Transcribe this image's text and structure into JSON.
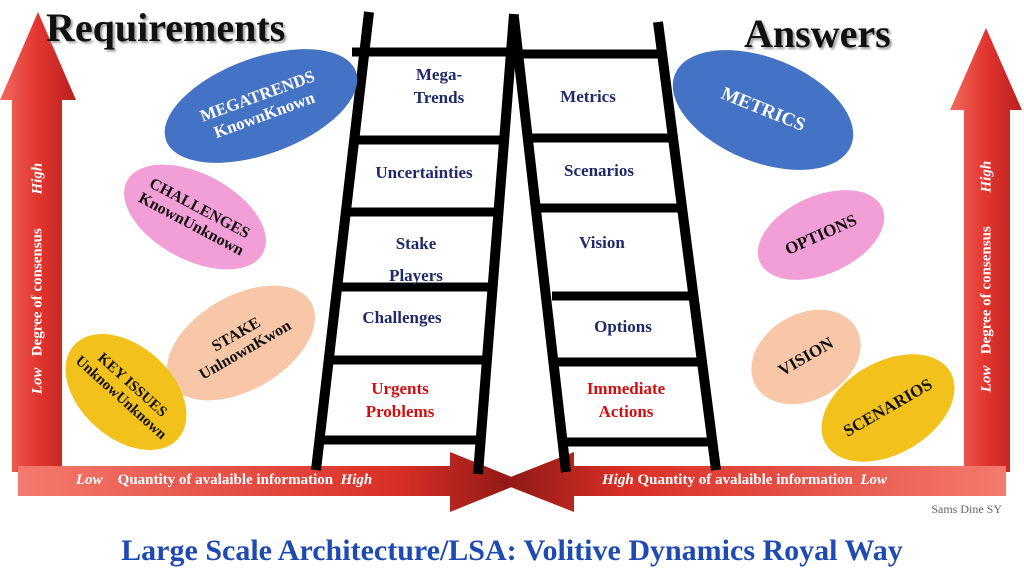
{
  "headings": {
    "left": "Requirements",
    "right": "Answers"
  },
  "left_ellipses": [
    {
      "line1": "MEGATRENDS",
      "line2": "KnownKnown",
      "fill": "#4472c4",
      "text_color": "#ffffff"
    },
    {
      "line1": "CHALLENGES",
      "line2": "KnownUnknown",
      "fill": "#f19fd6",
      "text_color": "#111111"
    },
    {
      "line1": "STAKE",
      "line2": "UnlnownKwon",
      "fill": "#f7c7a8",
      "text_color": "#111111"
    },
    {
      "line1": "KEY ISSUES",
      "line2": "UnknowUnknown",
      "fill": "#f3c11b",
      "text_color": "#111111"
    }
  ],
  "right_ellipses": [
    {
      "label": "METRICS",
      "fill": "#4472c4",
      "text_color": "#ffffff"
    },
    {
      "label": "OPTIONS",
      "fill": "#f19fd6",
      "text_color": "#111111"
    },
    {
      "label": "VISION",
      "fill": "#f7c7a8",
      "text_color": "#111111"
    },
    {
      "label": "SCENARIOS",
      "fill": "#f3c11b",
      "text_color": "#111111"
    }
  ],
  "left_ladder": [
    {
      "line1": "Mega-",
      "line2": "Trends"
    },
    {
      "line1": "Uncertainties"
    },
    {
      "line1": "Stake",
      "line2": "Players"
    },
    {
      "line1": "Challenges"
    },
    {
      "line1": "Urgents",
      "line2": "Problems"
    }
  ],
  "right_ladder": [
    {
      "line1": "Metrics"
    },
    {
      "line1": "Scenarios"
    },
    {
      "line1": "Vision"
    },
    {
      "line1": "Options"
    },
    {
      "line1": "Immediate",
      "line2": "Actions"
    }
  ],
  "axes": {
    "vertical": {
      "low": "Low",
      "label": "Degree of consensus",
      "high": "High"
    },
    "left_horizontal": {
      "low": "Low",
      "label": "Quantity of avalaible information",
      "high": "High"
    },
    "right_horizontal": {
      "high": "High",
      "label": "Quantity of avalaible information",
      "low": "Low"
    }
  },
  "colors": {
    "arrow_red": "#e2352f",
    "caption_blue": "#1f49b3",
    "ladder_label_blue": "#1f2a6b",
    "ladder_label_red": "#d01010"
  },
  "credit": "Sams Dine SY",
  "caption": "Large Scale Architecture/LSA: Volitive Dynamics Royal Way"
}
